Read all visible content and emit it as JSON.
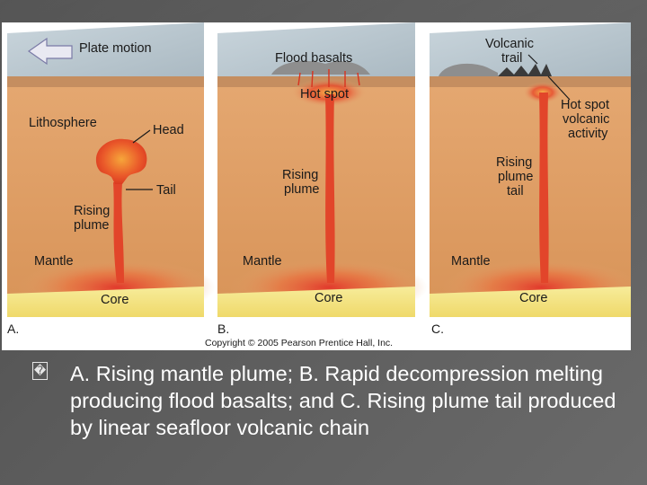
{
  "figure": {
    "panel_a": {
      "letter": "A.",
      "plate_motion": "Plate motion",
      "lithosphere": "Lithosphere",
      "head": "Head",
      "tail": "Tail",
      "rising_plume_1": "Rising",
      "rising_plume_2": "plume",
      "mantle": "Mantle",
      "core": "Core"
    },
    "panel_b": {
      "letter": "B.",
      "flood_basalts": "Flood basalts",
      "hot_spot": "Hot spot",
      "rising_plume_1": "Rising",
      "rising_plume_2": "plume",
      "mantle": "Mantle",
      "core": "Core"
    },
    "panel_c": {
      "letter": "C.",
      "volcanic_trail_1": "Volcanic",
      "volcanic_trail_2": "trail",
      "hot_spot_1": "Hot spot",
      "hot_spot_2": "volcanic",
      "hot_spot_3": "activity",
      "rising_plume_1": "Rising",
      "rising_plume_2": "plume",
      "rising_plume_3": "tail",
      "mantle": "Mantle",
      "core": "Core"
    },
    "copyright": "Copyright © 2005 Pearson Prentice Hall, Inc."
  },
  "caption": {
    "bullet": "�",
    "text": "A. Rising mantle plume; B. Rapid decompression melting producing flood basalts; and C. Rising plume tail produced by linear seafloor volcanic chain"
  },
  "colors": {
    "mantle": "#e0a06a",
    "core": "#f4e68a",
    "plume": "#e2452a",
    "ocean_surface": "#b9c7cf"
  }
}
